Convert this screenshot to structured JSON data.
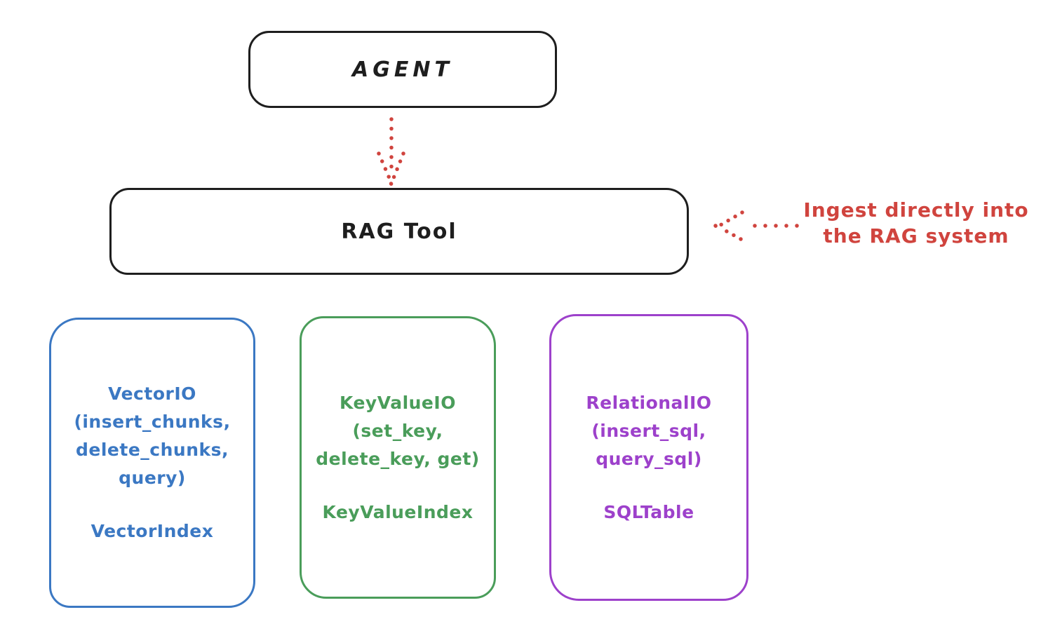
{
  "agent_box": {
    "label": "AGENT"
  },
  "rag_tool_box": {
    "label": "RAG Tool"
  },
  "ingest_annotation": {
    "line1": "Ingest directly into",
    "line2": "the RAG system"
  },
  "io_boxes": [
    {
      "body": "VectorIO\n(insert_chunks,\ndelete_chunks,\nquery)",
      "index_name": "VectorIndex",
      "color": "#3b78c3"
    },
    {
      "body": "KeyValueIO\n(set_key,\ndelete_key, get)",
      "index_name": "KeyValueIndex",
      "color": "#4a9d5a"
    },
    {
      "body": "RelationalIO\n(insert_sql,\nquery_sql)",
      "index_name": "SQLTable",
      "color": "#9d41cb"
    }
  ],
  "colors": {
    "box_stroke": "#1e1e1e",
    "arrow_red": "#d0443e",
    "vector_blue": "#3b78c3",
    "keyvalue_green": "#4a9d5a",
    "relational_purple": "#9d41cb"
  }
}
